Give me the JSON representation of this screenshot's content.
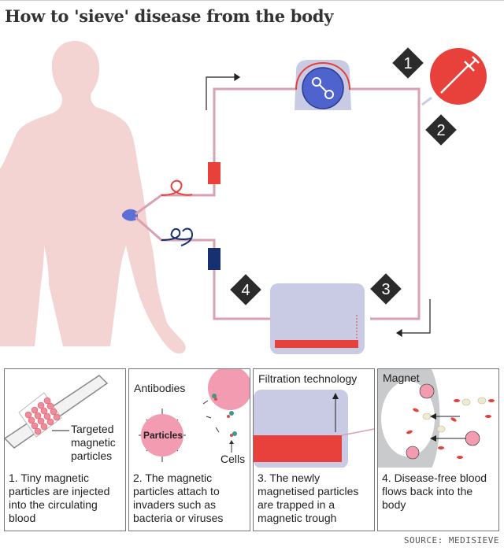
{
  "title": "How to 'sieve' disease from the body",
  "steps": [
    "1",
    "2",
    "3",
    "4"
  ],
  "panels": [
    {
      "label": "Targeted magnetic particles",
      "caption": "1. Tiny magnetic particles are injected into the circulating blood"
    },
    {
      "label_antibodies": "Antibodies",
      "label_particles": "Particles",
      "label_cells": "Cells",
      "caption": "2. The magnetic particles attach to invaders such as bacteria or viruses"
    },
    {
      "label": "Filtration technology",
      "caption": "3. The newly magnetised particles are trapped in a magnetic trough"
    },
    {
      "label": "Magnet",
      "caption": "4. Disease-free blood flows back into the body"
    }
  ],
  "source": "SOURCE: MEDISIEVE",
  "colors": {
    "tube": "#d8a0b2",
    "red": "#e8413c",
    "navy": "#17306e",
    "filter": "#c9cbe4",
    "body": "#f4d3d3",
    "pump": "#5b6fd6"
  }
}
